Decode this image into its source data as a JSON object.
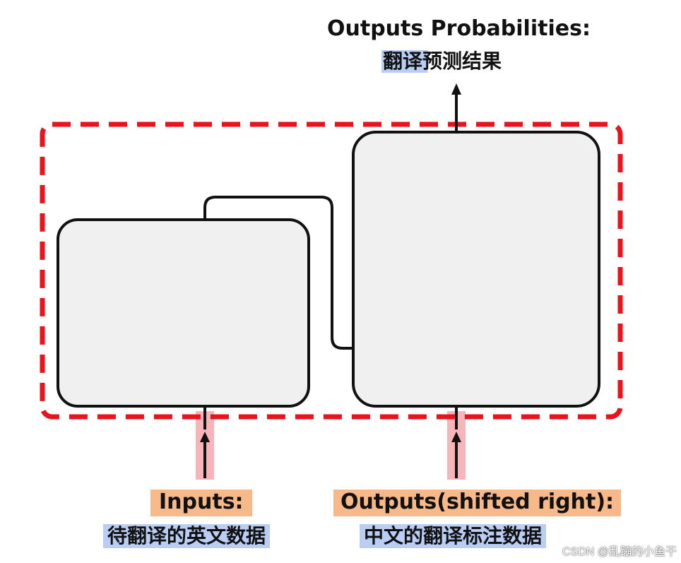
{
  "top_output": {
    "title": "Outputs Probabilities:",
    "subtitle": "翻译预测结果"
  },
  "encoder_input": {
    "title": "Inputs:",
    "subtitle": "待翻译的英文数据"
  },
  "decoder_input": {
    "title": "Outputs(shifted right):",
    "subtitle": "中文的翻译标注数据"
  },
  "watermark": "CSDN @乱蹦的小鱼干",
  "colors": {
    "dashed_frame": "#e8141c",
    "box_fill": "#f0f0f0",
    "stroke": "#111111",
    "orange_highlight": "#f7b98a",
    "blue_highlight": "#b9cdf5",
    "pink_highlight": "#f6b5b8"
  }
}
